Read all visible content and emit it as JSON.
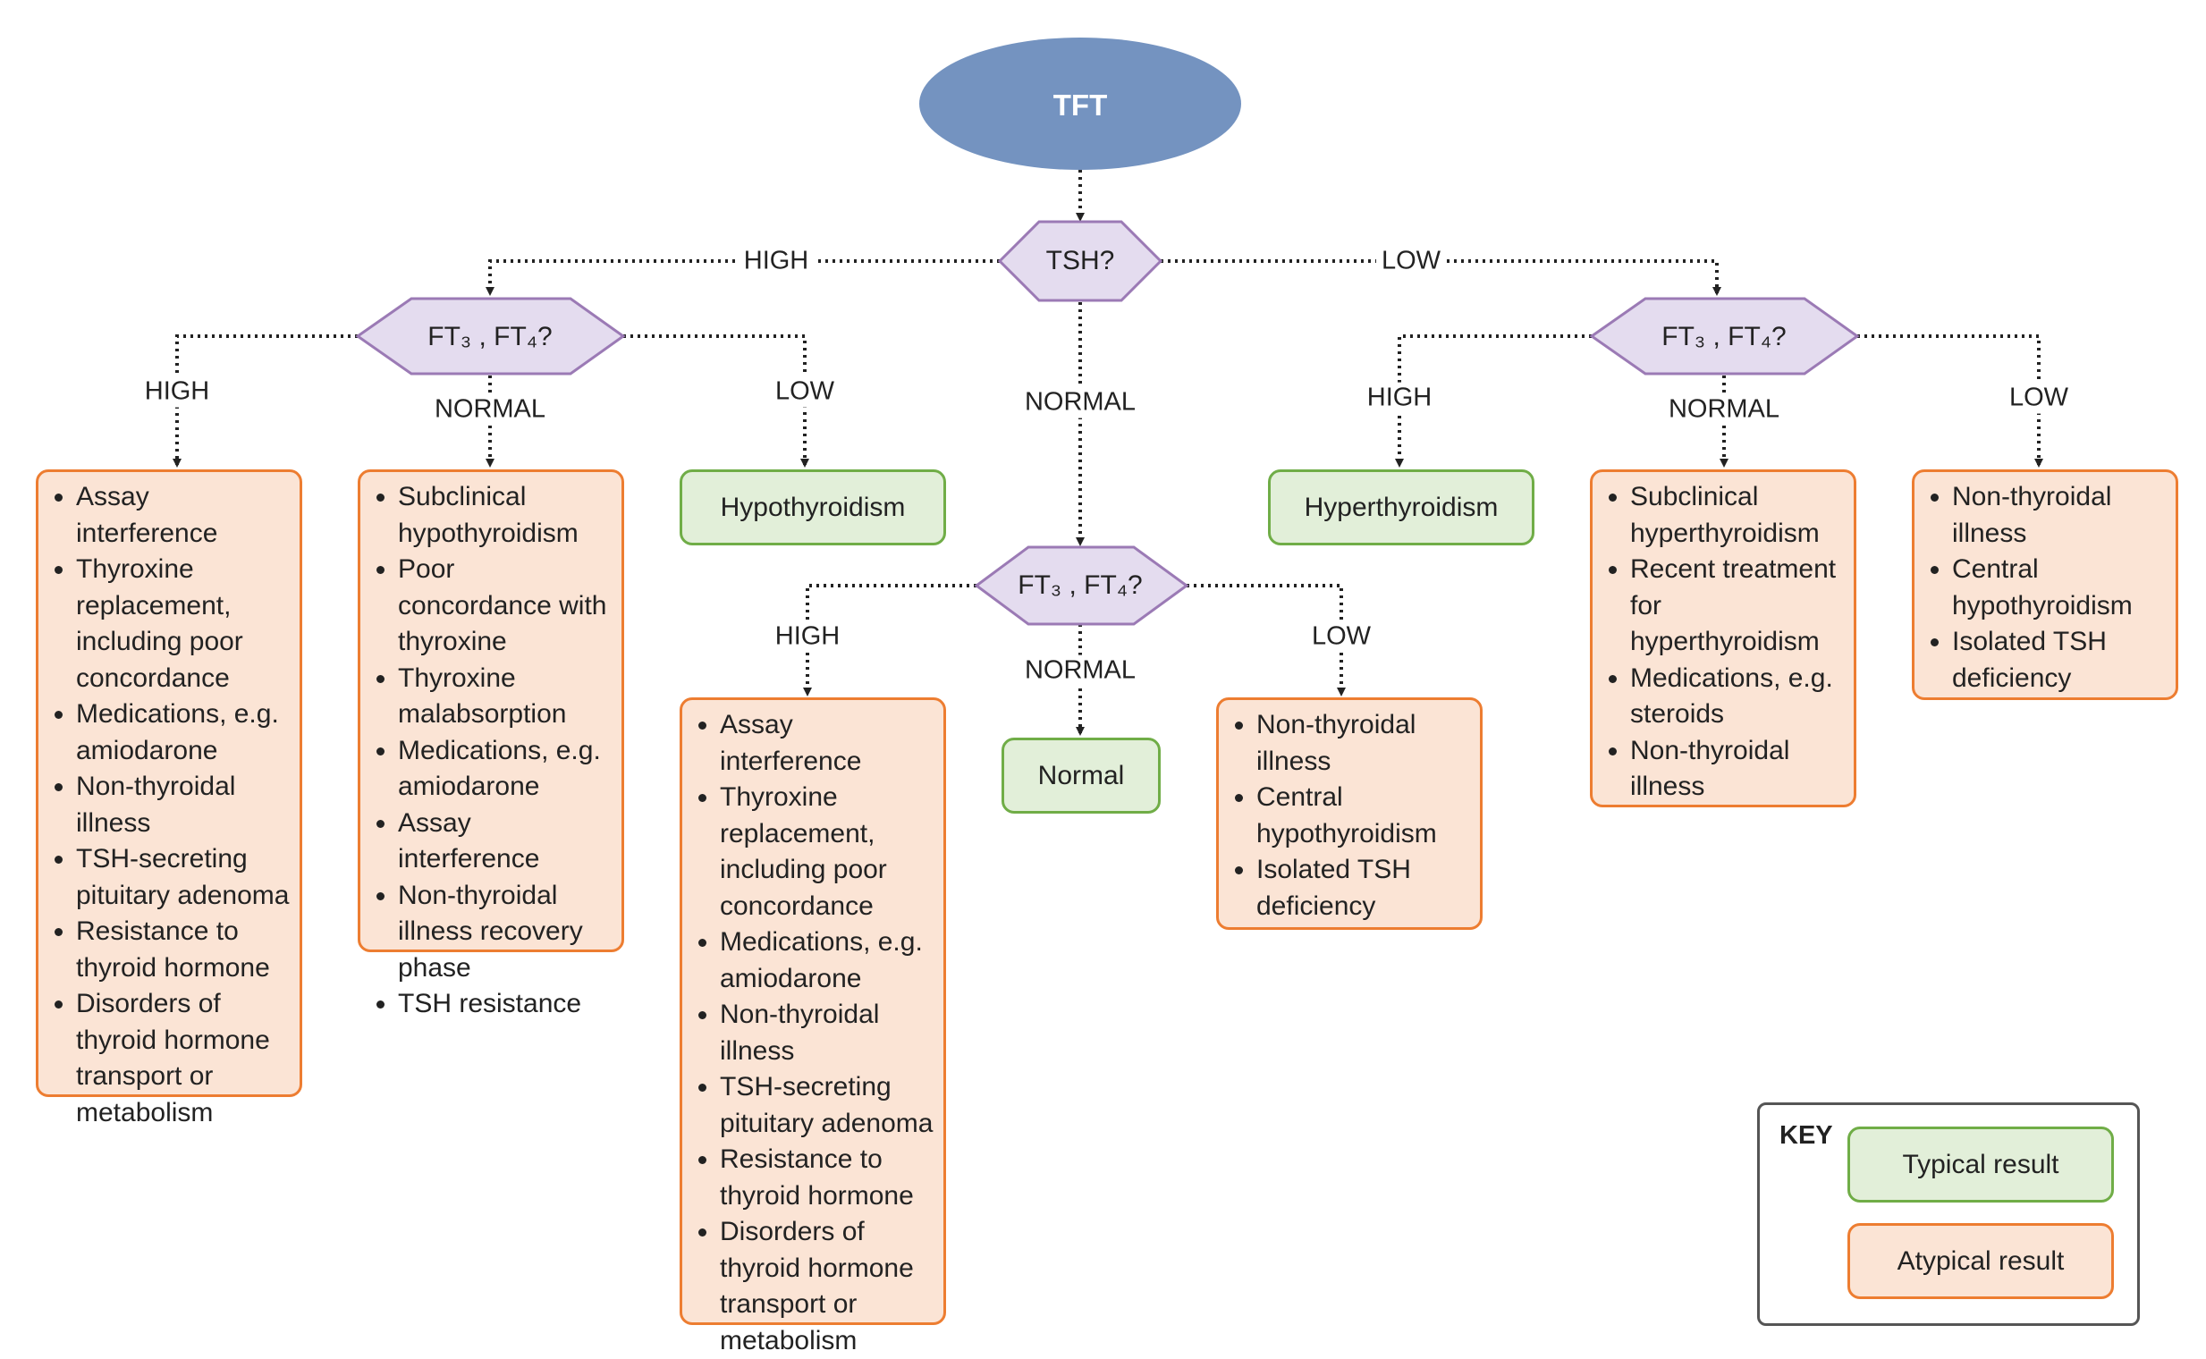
{
  "root": {
    "label": "TFT",
    "color": "#7493c0"
  },
  "tsh_question": "TSH?",
  "ft_question": "FT₃ , FT₄?",
  "branch_labels": {
    "tsh_high": "HIGH",
    "tsh_low": "LOW",
    "tsh_normal": "NORMAL",
    "high_ft_high": "HIGH",
    "high_ft_normal": "NORMAL",
    "high_ft_low": "LOW",
    "normal_ft_high": "HIGH",
    "normal_ft_normal": "NORMAL",
    "normal_ft_low": "LOW",
    "low_ft_high": "HIGH",
    "low_ft_normal": "NORMAL",
    "low_ft_low": "LOW"
  },
  "outcomes": {
    "high_tsh_high_ft": [
      "Assay interference",
      "Thyroxine replacement, including poor concordance",
      "Medications, e.g. amiodarone",
      "Non-thyroidal illness",
      "TSH-secreting pituitary adenoma",
      "Resistance to thyroid hormone",
      "Disorders of thyroid hormone transport or metabolism"
    ],
    "high_tsh_normal_ft": [
      "Subclinical hypothyroidism",
      "Poor concordance with thyroxine",
      "Thyroxine malabsorption",
      "Medications, e.g. amiodarone",
      "Assay interference",
      "Non-thyroidal illness recovery phase",
      "TSH resistance"
    ],
    "high_tsh_low_ft": "Hypothyroidism",
    "normal_tsh_high_ft": [
      "Assay interference",
      "Thyroxine replacement, including poor concordance",
      "Medications, e.g. amiodarone",
      "Non-thyroidal illness",
      "TSH-secreting pituitary adenoma",
      "Resistance to thyroid hormone",
      "Disorders of thyroid hormone transport or metabolism"
    ],
    "normal_tsh_normal_ft": "Normal",
    "normal_tsh_low_ft": [
      "Non-thyroidal illness",
      "Central hypothyroidism",
      "Isolated TSH deficiency"
    ],
    "low_tsh_high_ft": "Hyperthyroidism",
    "low_tsh_normal_ft": [
      "Subclinical hyperthyroidism",
      "Recent treatment for hyperthyroidism",
      "Medications, e.g. steroids",
      "Non-thyroidal illness"
    ],
    "low_tsh_low_ft": [
      "Non-thyroidal illness",
      "Central hypothyroidism",
      "Isolated TSH deficiency"
    ]
  },
  "key": {
    "title": "KEY",
    "typical": "Typical result",
    "atypical": "Atypical result"
  },
  "colors": {
    "typical_fill": "#e2efd9",
    "typical_border": "#70ad47",
    "atypical_fill": "#fbe4d5",
    "atypical_border": "#ed7d31",
    "decision_fill": "#e4dcef",
    "decision_border": "#9b7ab5"
  }
}
